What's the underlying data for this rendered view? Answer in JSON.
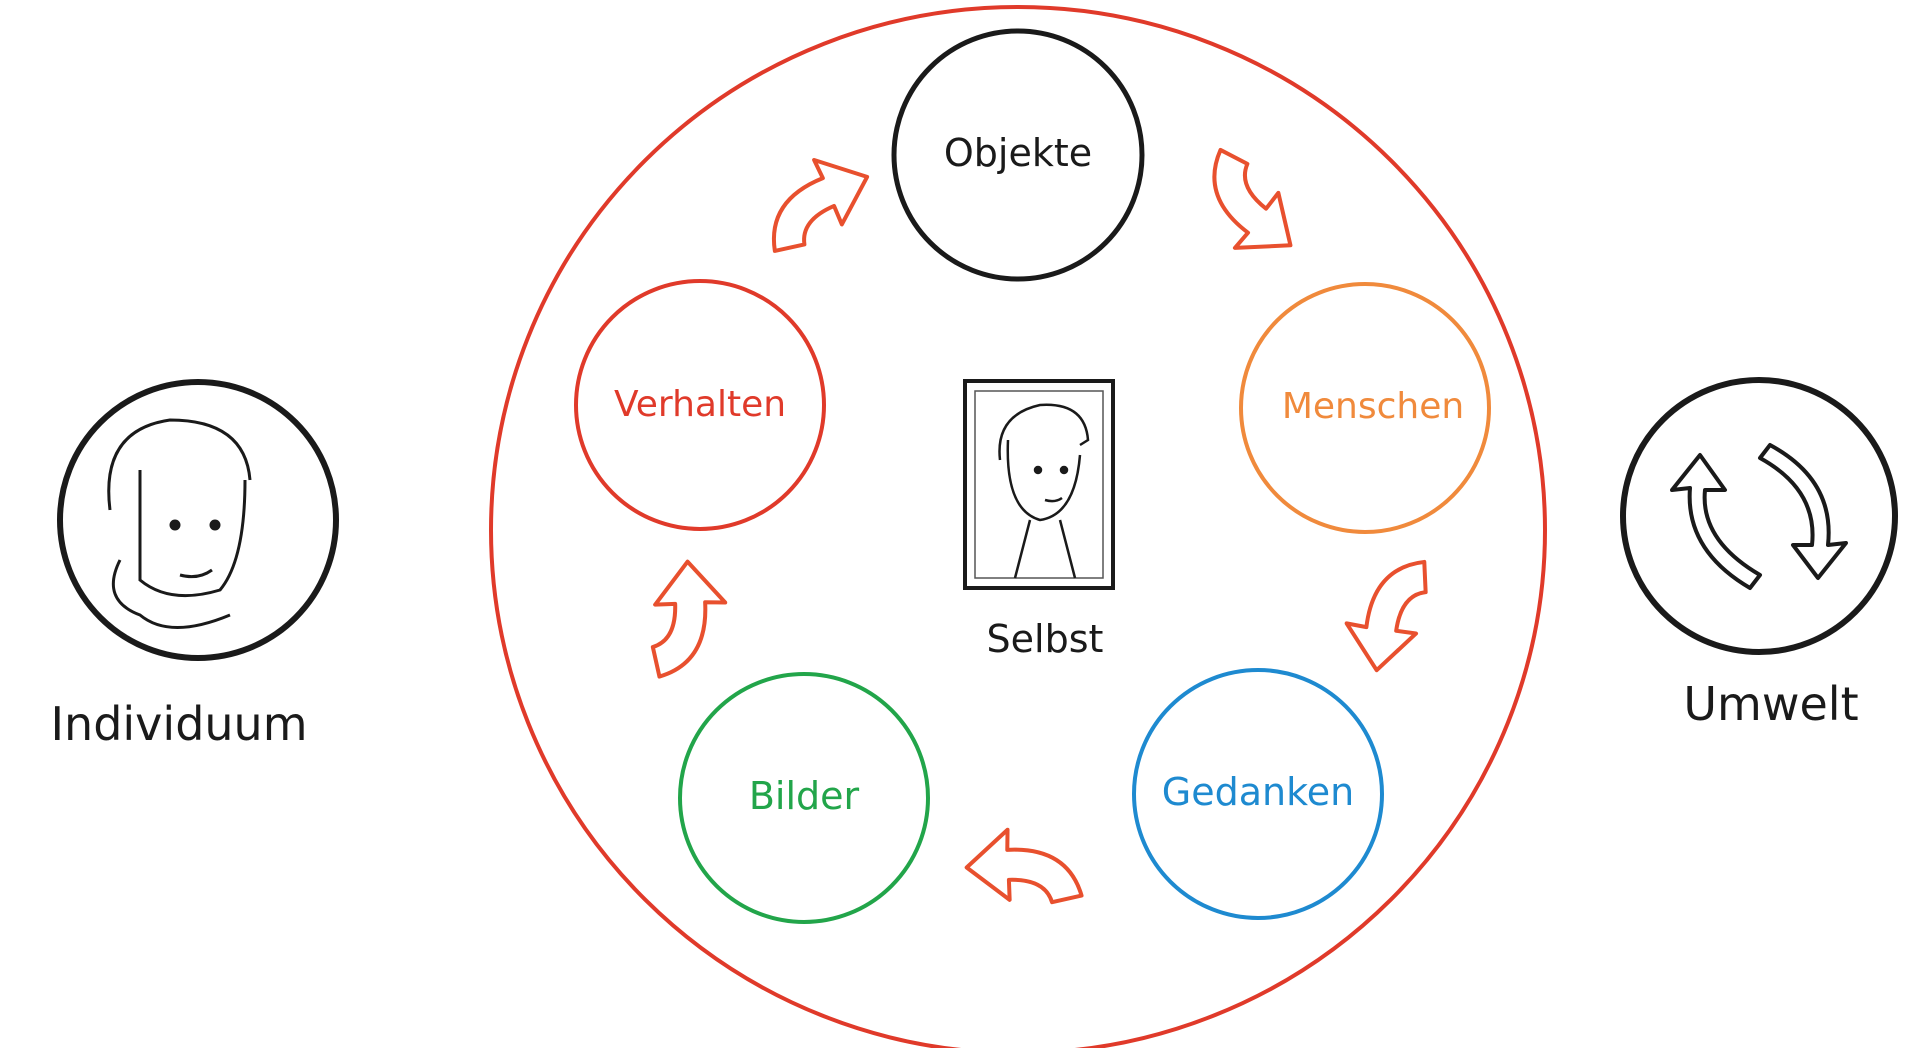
{
  "center": {
    "label": "Selbst"
  },
  "cycle": [
    {
      "id": "objekte",
      "label": "Objekte",
      "color": "#1a1a1a"
    },
    {
      "id": "menschen",
      "label": "Menschen",
      "color": "#f08a3c"
    },
    {
      "id": "gedanken",
      "label": "Gedanken",
      "color": "#1e8ad0"
    },
    {
      "id": "bilder",
      "label": "Bilder",
      "color": "#22a54a"
    },
    {
      "id": "verhalten",
      "label": "Verhalten",
      "color": "#e03a2a"
    }
  ],
  "left": {
    "label": "Individuum"
  },
  "right": {
    "label": "Umwelt"
  },
  "colors": {
    "outer_ring": "#e03a2a",
    "arrows": "#e8502e",
    "ink": "#1a1a1a"
  }
}
